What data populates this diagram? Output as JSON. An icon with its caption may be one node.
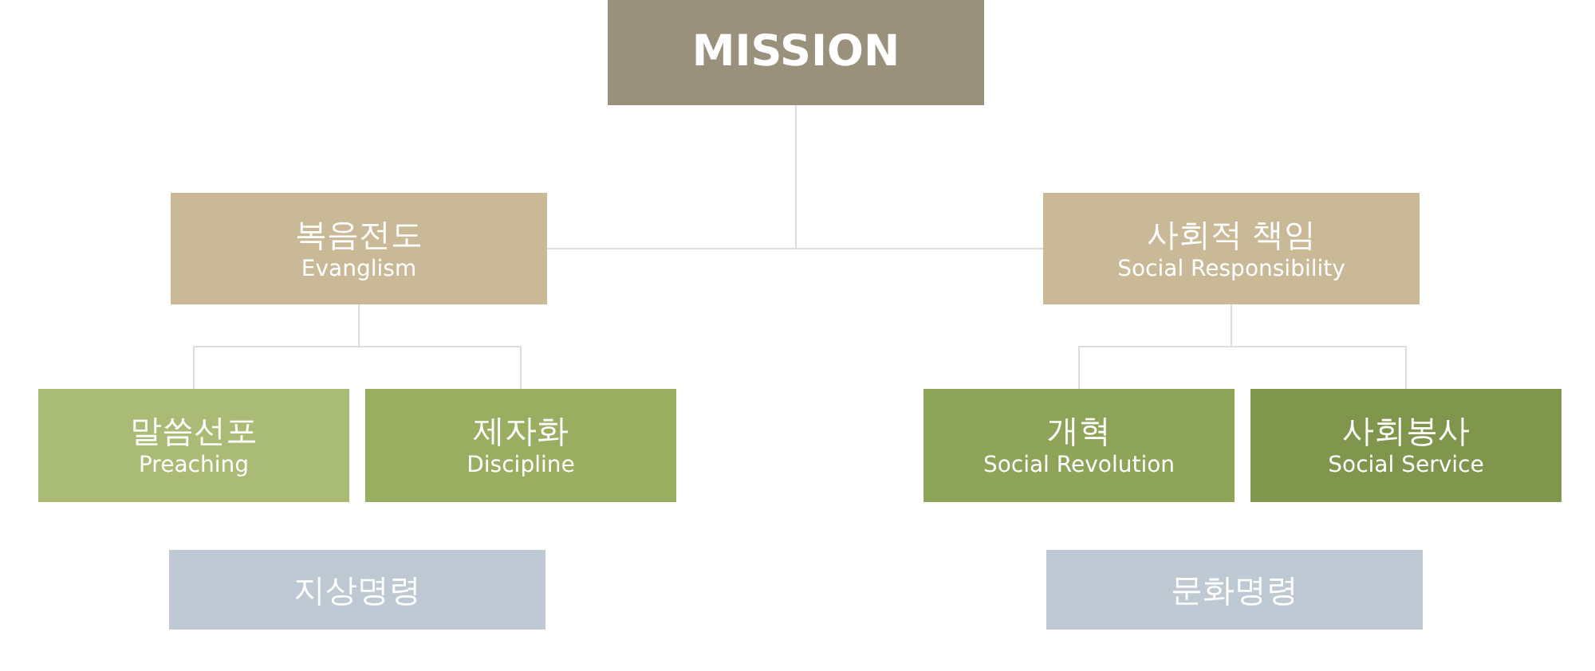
{
  "diagram": {
    "nodes": [
      {
        "text": [
          "MISSION"
        ]
      },
      {
        "text": [
          "복음전도",
          "Evanglism"
        ]
      },
      {
        "text": [
          "사회적 책임",
          "Social Responsibility"
        ]
      },
      {
        "text": [
          "말씀선포",
          "Preaching"
        ]
      },
      {
        "text": [
          "제자화",
          "Discipline"
        ]
      },
      {
        "text": [
          "개혁",
          "Social Revolution"
        ]
      },
      {
        "text": [
          "사회봉사",
          "Social Service"
        ]
      },
      {
        "text": [
          "지상명령"
        ]
      },
      {
        "text": [
          "문화명령"
        ]
      }
    ],
    "edges": [
      {
        "from": 0,
        "to": 1,
        "arrow": "none"
      },
      {
        "from": 0,
        "to": 2,
        "arrow": "none"
      },
      {
        "from": 1,
        "to": 3,
        "arrow": "none"
      },
      {
        "from": 1,
        "to": 4,
        "arrow": "none"
      },
      {
        "from": 2,
        "to": 5,
        "arrow": "none"
      },
      {
        "from": 2,
        "to": 6,
        "arrow": "none"
      }
    ]
  }
}
